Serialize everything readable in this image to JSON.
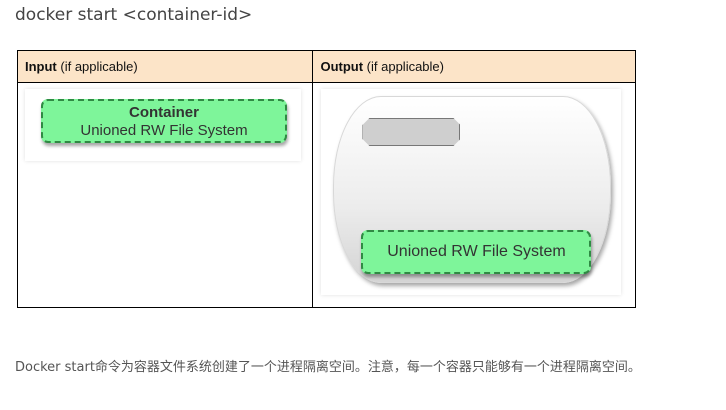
{
  "heading": "docker start <container-id>",
  "table": {
    "input_header_bold": "Input",
    "input_header_rest": " (if applicable)",
    "output_header_bold": "Output",
    "output_header_rest": " (if applicable)"
  },
  "input_diagram": {
    "title": "Container",
    "subtitle": "Unioned RW File System"
  },
  "output_diagram": {
    "layer_label": "Unioned RW File System"
  },
  "description": "Docker start命令为容器文件系统创建了一个进程隔离空间。注意，每一个容器只能够有一个进程隔离空间。",
  "colors": {
    "header_bg": "#fce4c8",
    "layer_green": "#7ef59a",
    "layer_border": "#2f8a43"
  }
}
